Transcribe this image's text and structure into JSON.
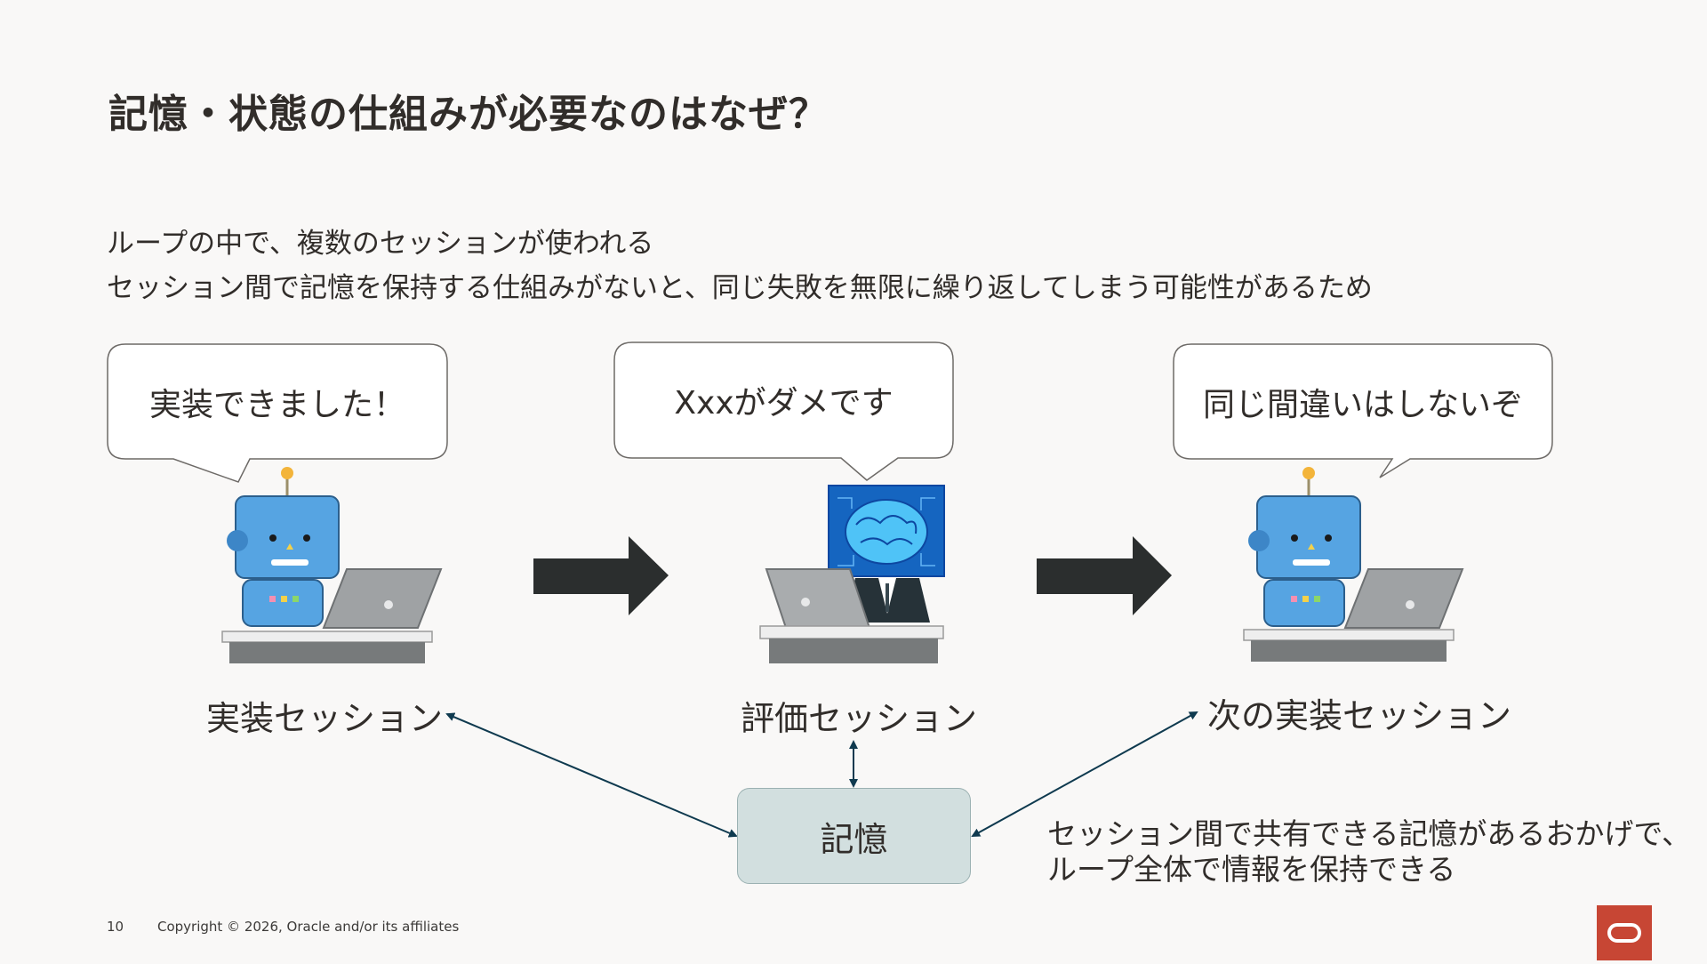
{
  "slide": {
    "title": "記憶・状態の仕組みが必要なのはなぜ？",
    "subtitle_lines": [
      "ループの中で、複数のセッションが使われる",
      "セッション間で記憶を保持する仕組みがないと、同じ失敗を無限に繰り返してしまう可能性があるため"
    ]
  },
  "sessions": [
    {
      "bubble": "実装できました！",
      "label": "実装セッション",
      "figure": "robot-at-laptop-illustration"
    },
    {
      "bubble": "Xxxがダメです",
      "label": "評価セッション",
      "figure": "brain-head-businessman-at-laptop-illustration"
    },
    {
      "bubble": "同じ間違いはしないぞ",
      "label": "次の実装セッション",
      "figure": "robot-at-laptop-illustration"
    }
  ],
  "flow_arrows": [
    "right-arrow-icon",
    "right-arrow-icon"
  ],
  "memory": {
    "label": "記憶"
  },
  "note_lines": [
    "セッション間で共有できる記憶があるおかげで、",
    "ループ全体で情報を保持できる"
  ],
  "footer": {
    "page_number": "10",
    "copyright": "Copyright © 2026, Oracle and/or its affiliates"
  },
  "colors": {
    "background": "#f9f8f7",
    "text": "#312d2a",
    "memory_box": "#d2dfdf",
    "connector": "#0f3a4f",
    "block_arrow": "#2b2e2e",
    "oracle_red": "#c74634",
    "robot_blue": "#5aa6e0"
  }
}
